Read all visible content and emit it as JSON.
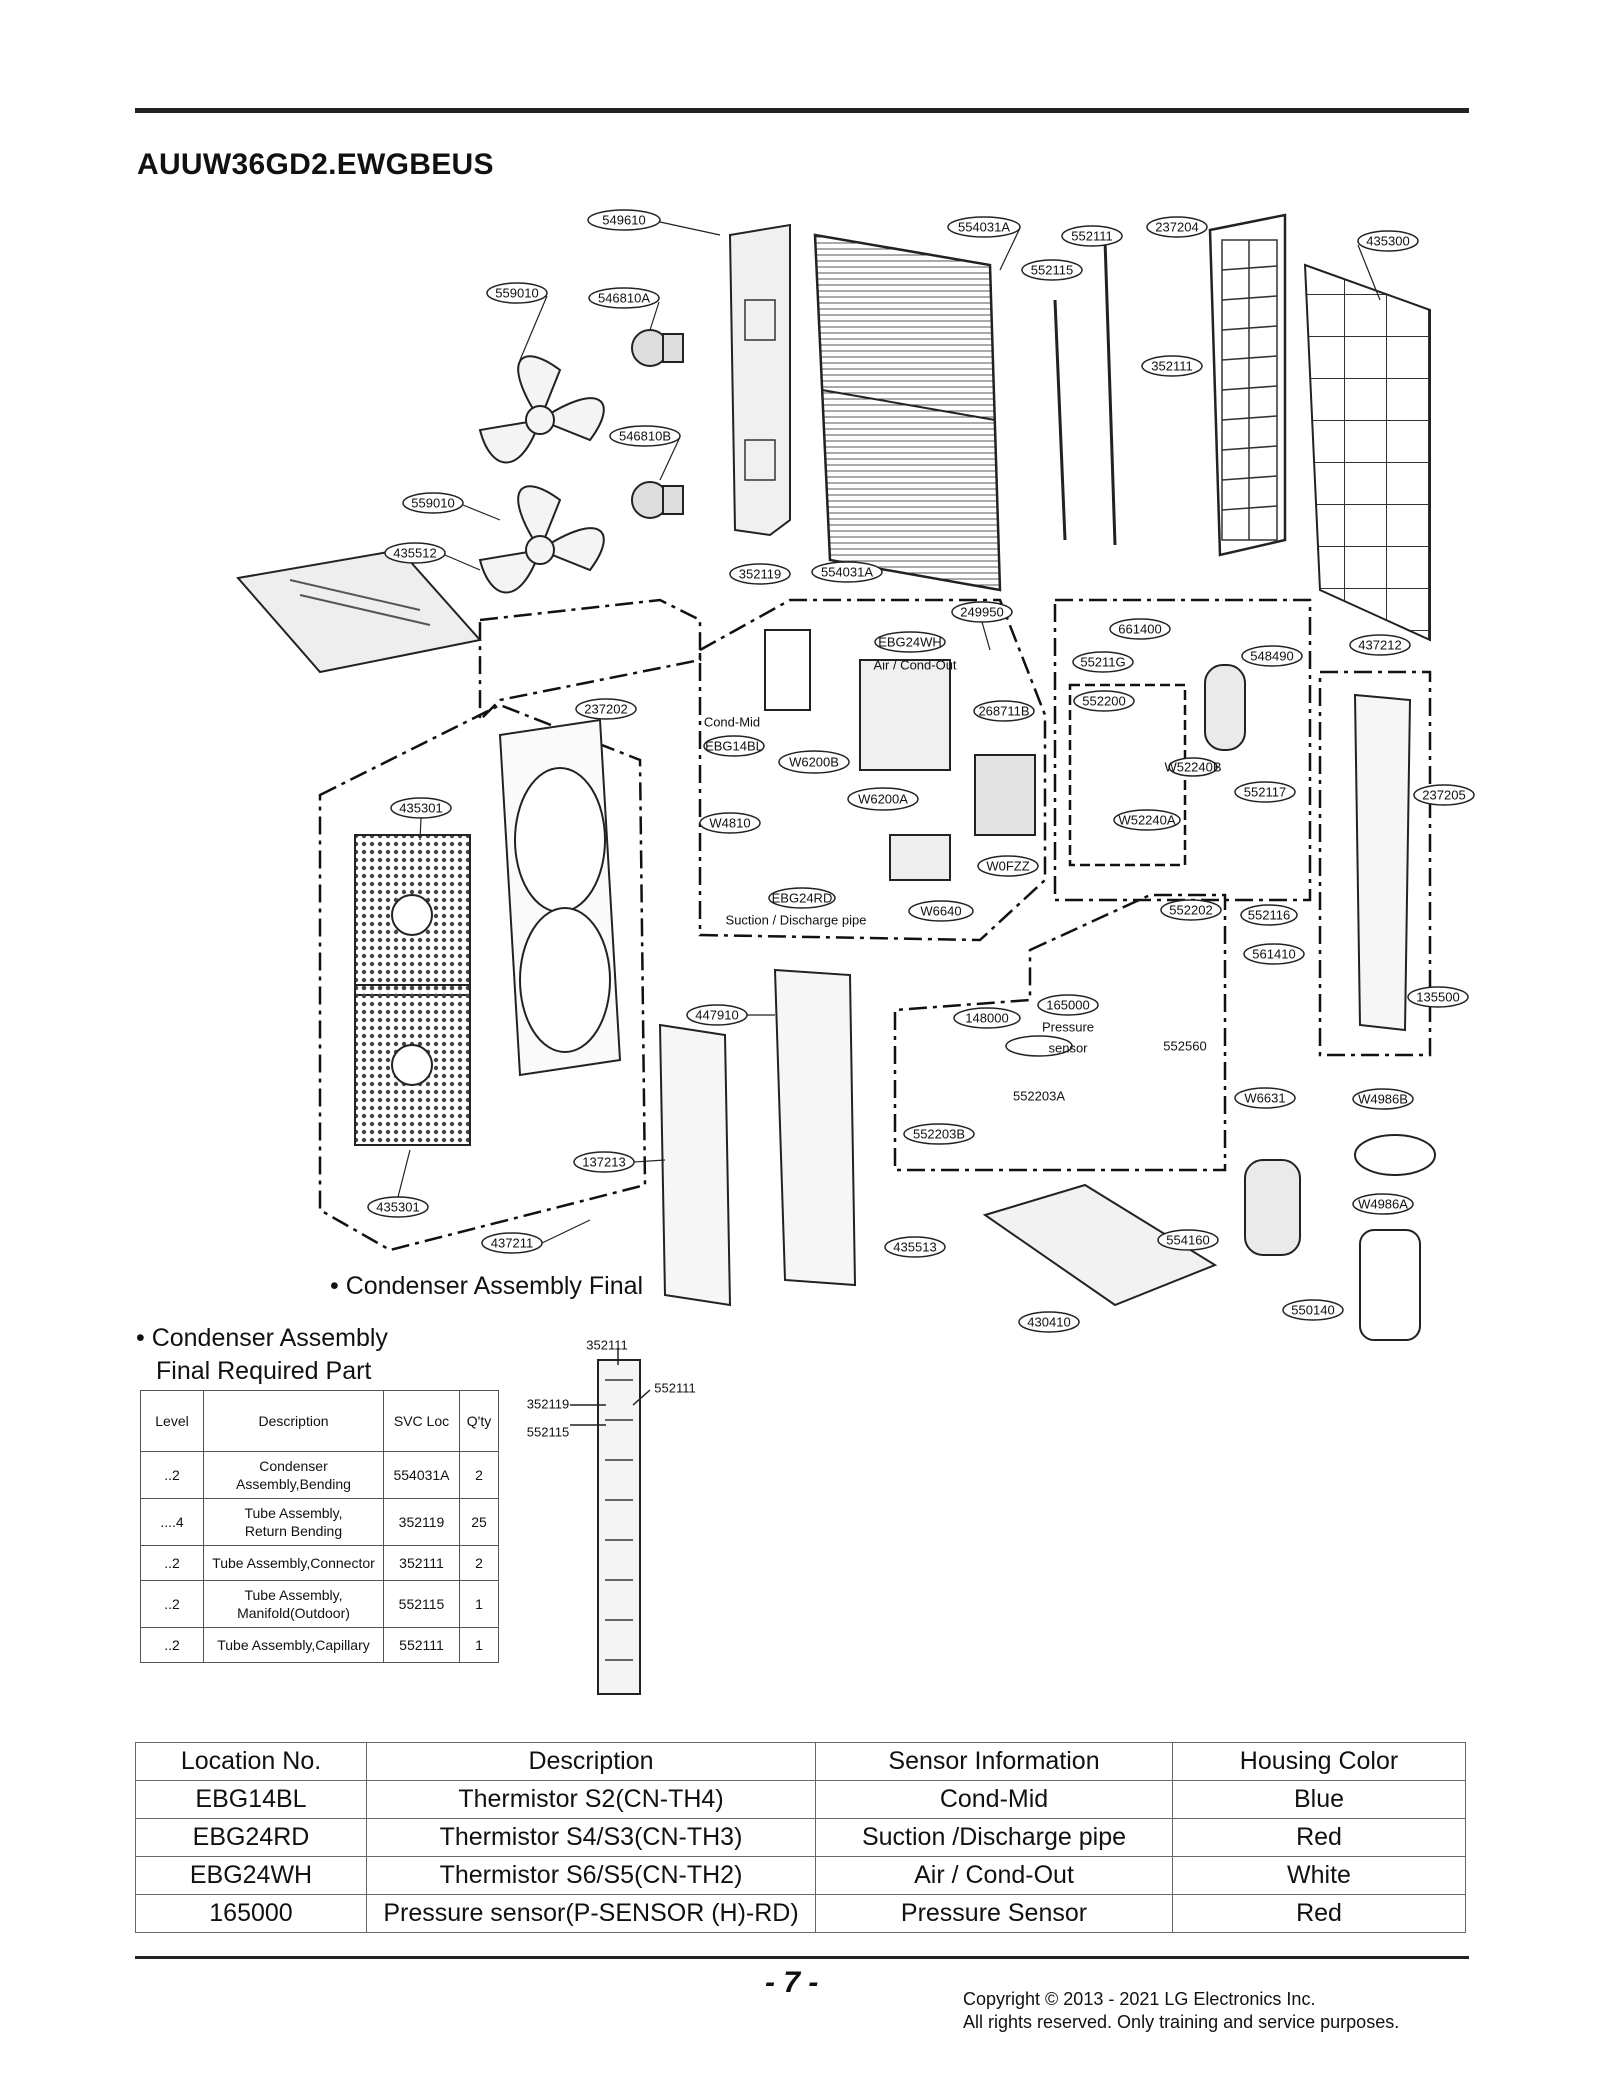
{
  "model": "AUUW36GD2.EWGBEUS",
  "callouts": {
    "c549610": "549610",
    "c554031A_top": "554031A",
    "c552111_top": "552111",
    "c237204": "237204",
    "c435300": "435300",
    "c552115": "552115",
    "c559010_top": "559010",
    "c546810A": "546810A",
    "c352111_clip": "352111",
    "c546810B": "546810B",
    "c559010_bot": "559010",
    "c435512": "435512",
    "c352119": "352119",
    "c554031A_bot": "554031A",
    "c249950": "249950",
    "c661400": "661400",
    "c437212": "437212",
    "cEBG24WH": "EBG24WH",
    "cAirCondOut": "Air / Cond-Out",
    "c55211G": "55211G",
    "c548490": "548490",
    "c237202": "237202",
    "cCondMid": "Cond-Mid",
    "c268711B": "268711B",
    "c552200": "552200",
    "cEBG14BL": "EBG14BL",
    "cW6200B": "W6200B",
    "cW52240B": "W52240B",
    "c435301_top": "435301",
    "cW6200A": "W6200A",
    "c552117": "552117",
    "c237205": "237205",
    "cW4810": "W4810",
    "cW52240A": "W52240A",
    "cW0FZZ": "W0FZZ",
    "cEBG24RD": "EBG24RD",
    "c552202": "552202",
    "c552116": "552116",
    "cW6640": "W6640",
    "cSuctionPipe": "Suction / Discharge pipe",
    "c561410": "561410",
    "c447910": "447910",
    "c165000": "165000",
    "cPressure": "Pressure",
    "cSensor": "sensor",
    "c148000": "148000",
    "c135500": "135500",
    "c552560": "552560",
    "c552203A": "552203A",
    "cW6631": "W6631",
    "cW4986B": "W4986B",
    "c552203B": "552203B",
    "c137213": "137213",
    "cW4986A": "W4986A",
    "c435301_bot": "435301",
    "c437211": "437211",
    "c554160": "554160",
    "c435513": "435513",
    "c430410": "430410",
    "c550140": "550140",
    "d352111_a": "352111",
    "d552111_b": "552111",
    "d352119": "352119",
    "d552115": "552115"
  },
  "captions": {
    "final": "• Condenser Assembly Final",
    "required_line1": "• Condenser Assembly",
    "required_line2": "Final Required Part"
  },
  "required_table": {
    "headers": [
      "Level",
      "Description",
      "SVC Loc",
      "Q'ty"
    ],
    "rows": [
      {
        "level": "..2",
        "desc1": "Condenser",
        "desc2": "Assembly,Bending",
        "svc": "554031A",
        "qty": "2"
      },
      {
        "level": "....4",
        "desc1": "Tube Assembly,",
        "desc2": "Return Bending",
        "svc": "352119",
        "qty": "25"
      },
      {
        "level": "..2",
        "desc1": "Tube Assembly,Connector",
        "desc2": "",
        "svc": "352111",
        "qty": "2"
      },
      {
        "level": "..2",
        "desc1": "Tube Assembly,",
        "desc2": "Manifold(Outdoor)",
        "svc": "552115",
        "qty": "1"
      },
      {
        "level": "..2",
        "desc1": "Tube Assembly,Capillary",
        "desc2": "",
        "svc": "552111",
        "qty": "1"
      }
    ]
  },
  "sensor_table": {
    "headers": [
      "Location No.",
      "Description",
      "Sensor Information",
      "Housing Color"
    ],
    "rows": [
      [
        "EBG14BL",
        "Thermistor S2(CN-TH4)",
        "Cond-Mid",
        "Blue"
      ],
      [
        "EBG24RD",
        "Thermistor S4/S3(CN-TH3)",
        "Suction /Discharge pipe",
        "Red"
      ],
      [
        "EBG24WH",
        "Thermistor S6/S5(CN-TH2)",
        "Air / Cond-Out",
        "White"
      ],
      [
        "165000",
        "Pressure sensor(P-SENSOR (H)-RD)",
        "Pressure Sensor",
        "Red"
      ]
    ]
  },
  "footer": {
    "page_number": "- 7 -",
    "copyright_line1": "Copyright © 2013 - 2021 LG Electronics Inc.",
    "copyright_line2": "All rights reserved. Only training and service purposes."
  }
}
